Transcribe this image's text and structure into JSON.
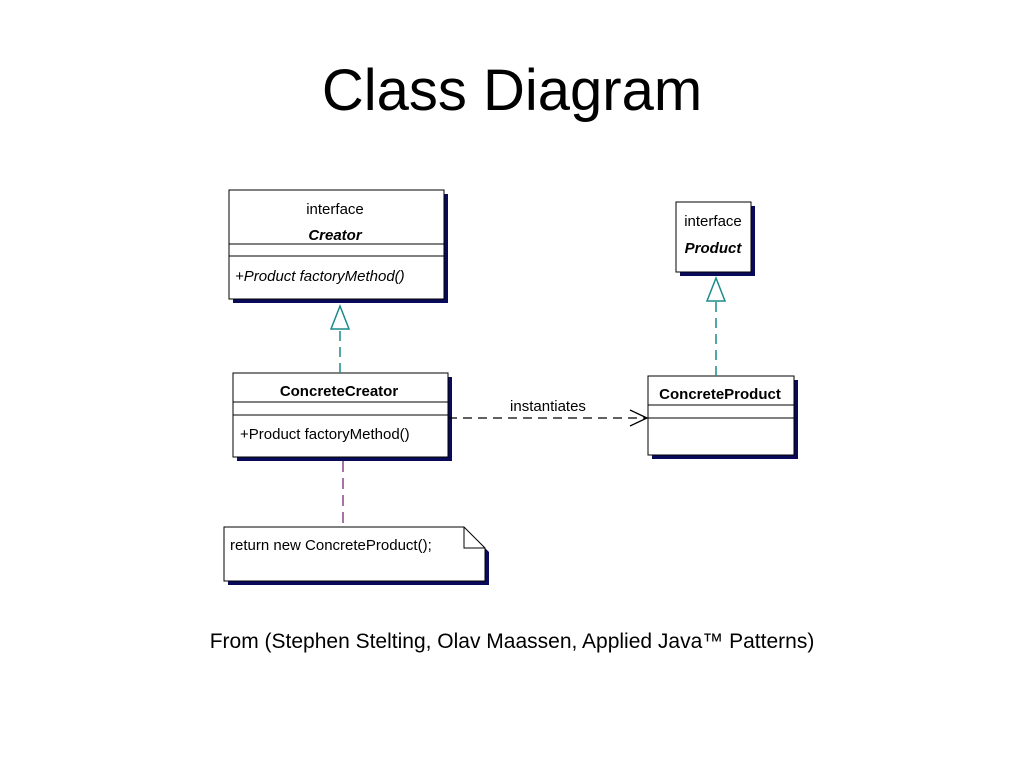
{
  "slide": {
    "title": "Class Diagram",
    "caption": "From (Stephen Stelting, Olav Maassen, Applied Java™ Patterns)"
  },
  "diagram": {
    "creator": {
      "stereotype": "interface",
      "name": "Creator",
      "method": "+Product factoryMethod()"
    },
    "product": {
      "stereotype": "interface",
      "name": "Product"
    },
    "concrete_creator": {
      "name": "ConcreteCreator",
      "method": "+Product factoryMethod()"
    },
    "concrete_product": {
      "name": "ConcreteProduct"
    },
    "relation_label": "instantiates",
    "note": "return new ConcreteProduct();"
  },
  "colors": {
    "shadow": "#0a0a5a",
    "realization": "#1a8a8a",
    "note_link": "#7a2a7a",
    "dependency": "#000000"
  }
}
